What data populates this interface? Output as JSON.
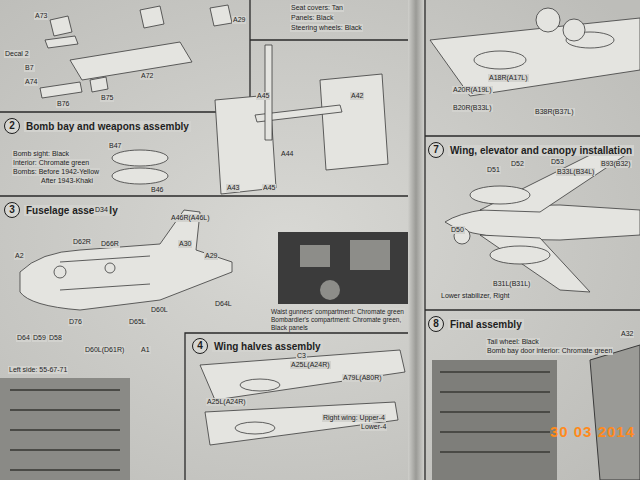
{
  "diagram": {
    "nodes": [
      {
        "text": [
          "2",
          "Bomb bay and weapons assembly"
        ]
      },
      {
        "text": [
          "3",
          "Fuselage assembly"
        ]
      },
      {
        "text": [
          "4",
          "Wing halves assembly"
        ]
      },
      {
        "text": [
          "7",
          "Wing, elevator and canopy installation"
        ]
      },
      {
        "text": [
          "8",
          "Final assembly"
        ]
      }
    ],
    "labels": [
      "Seat covers: Tan",
      "Panels: Black",
      "Steering wheels: Black",
      "A73",
      "A29",
      "Decal 2",
      "B7",
      "A74",
      "B76",
      "B75",
      "A72",
      "Bomb sight: Black",
      "Interior: Chromate green",
      "Bombs: Before 1942-Yellow",
      "After 1943-Khaki",
      "B47",
      "B46",
      "A45",
      "A42",
      "A44",
      "A43",
      "A45",
      "D34",
      "A46R(A46L)",
      "A30",
      "A29",
      "A2",
      "D62R",
      "D66R",
      "D64L",
      "D65L",
      "D60L",
      "A1",
      "D64",
      "D59",
      "D58",
      "D76",
      "D60L(D61R)",
      "Left side: 55-67-71",
      "Waist gunners' compartment: Chromate green",
      "Bombardier's compartment: Chromate green,",
      "Black panels",
      "C3",
      "A25L(A24R)",
      "A79L(A80R)",
      "A25L(A24R)",
      "Right wing: Upper-4",
      "Lower-4",
      "A20R(A19L)",
      "A18R(A17L)",
      "B20R(B33L)",
      "B38R(B37L)",
      "D51",
      "D52",
      "D53",
      "B33L(B34L)",
      "B93(B32)",
      "D50",
      "B31L(B31L)",
      "Lower stabilizer, Right",
      "Tail wheel: Black",
      "Bomb bay door interior: Chromate green",
      "A32",
      "30 03 2014"
    ]
  }
}
